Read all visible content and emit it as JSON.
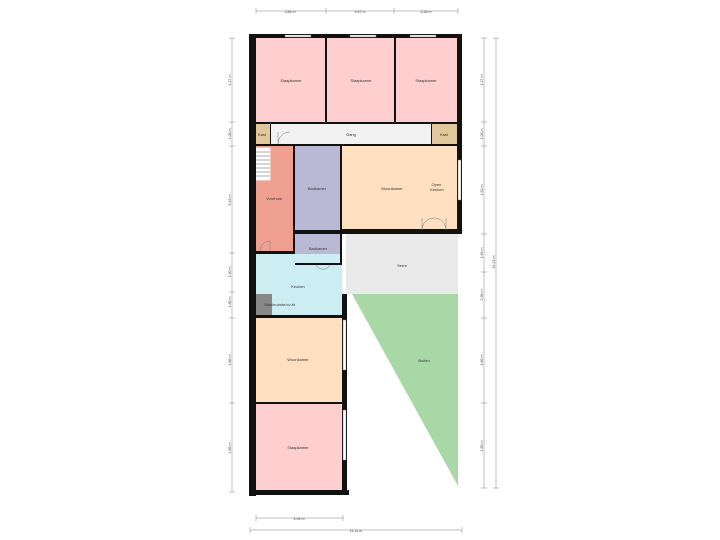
{
  "rooms": {
    "slaap1": "Slaapkamer",
    "slaap2": "Slaapkamer",
    "slaap3": "Slaapkamer",
    "kast_left": "Kast",
    "gang": "Gang",
    "kast_right": "Kast",
    "voorhuis": "Voorhuis",
    "badkamer1": "Badkamer",
    "woonkamer_top": "Woonkamer",
    "open_keuken": "Open\nKeuken",
    "badkamer2": "Badkamer",
    "serre": "Serre",
    "keuken": "Keuken",
    "stookruimte": "Stookruimte/cv-ht",
    "woonkamer_bottom": "Woonkamer",
    "slaap_bottom": "Slaapkamer",
    "buiten": "Buiten"
  },
  "dimensions": {
    "top": [
      "3.84 m",
      "3.67 m",
      "3.38 m"
    ],
    "left": [
      "4.27 m",
      "1.08 m",
      "5.45 m",
      "1.90 m",
      "1.86 m",
      "4.86 m",
      "4.85 m"
    ],
    "right": [
      "4.27 m",
      "1.08 m",
      "4.52 m",
      "1.93 m",
      "2.96 m",
      "4.86 m",
      "4.85 m"
    ],
    "right_total": "24.21 m",
    "bottom_inner": "4.94 m",
    "bottom_total": "11.11 m"
  },
  "colors": {
    "slaapkamer": "#ffcfcf",
    "voorhuis": "#f0a090",
    "badkamer": "#b9b9d6",
    "woonkamer": "#ffe0c0",
    "keuken": "#cceef2",
    "gang": "#f2f2f2",
    "kast": "#e0c89a",
    "serre": "#eaeaea",
    "buiten": "#a8d8a6",
    "stookruimte": "#888888",
    "wall": "#111111"
  }
}
